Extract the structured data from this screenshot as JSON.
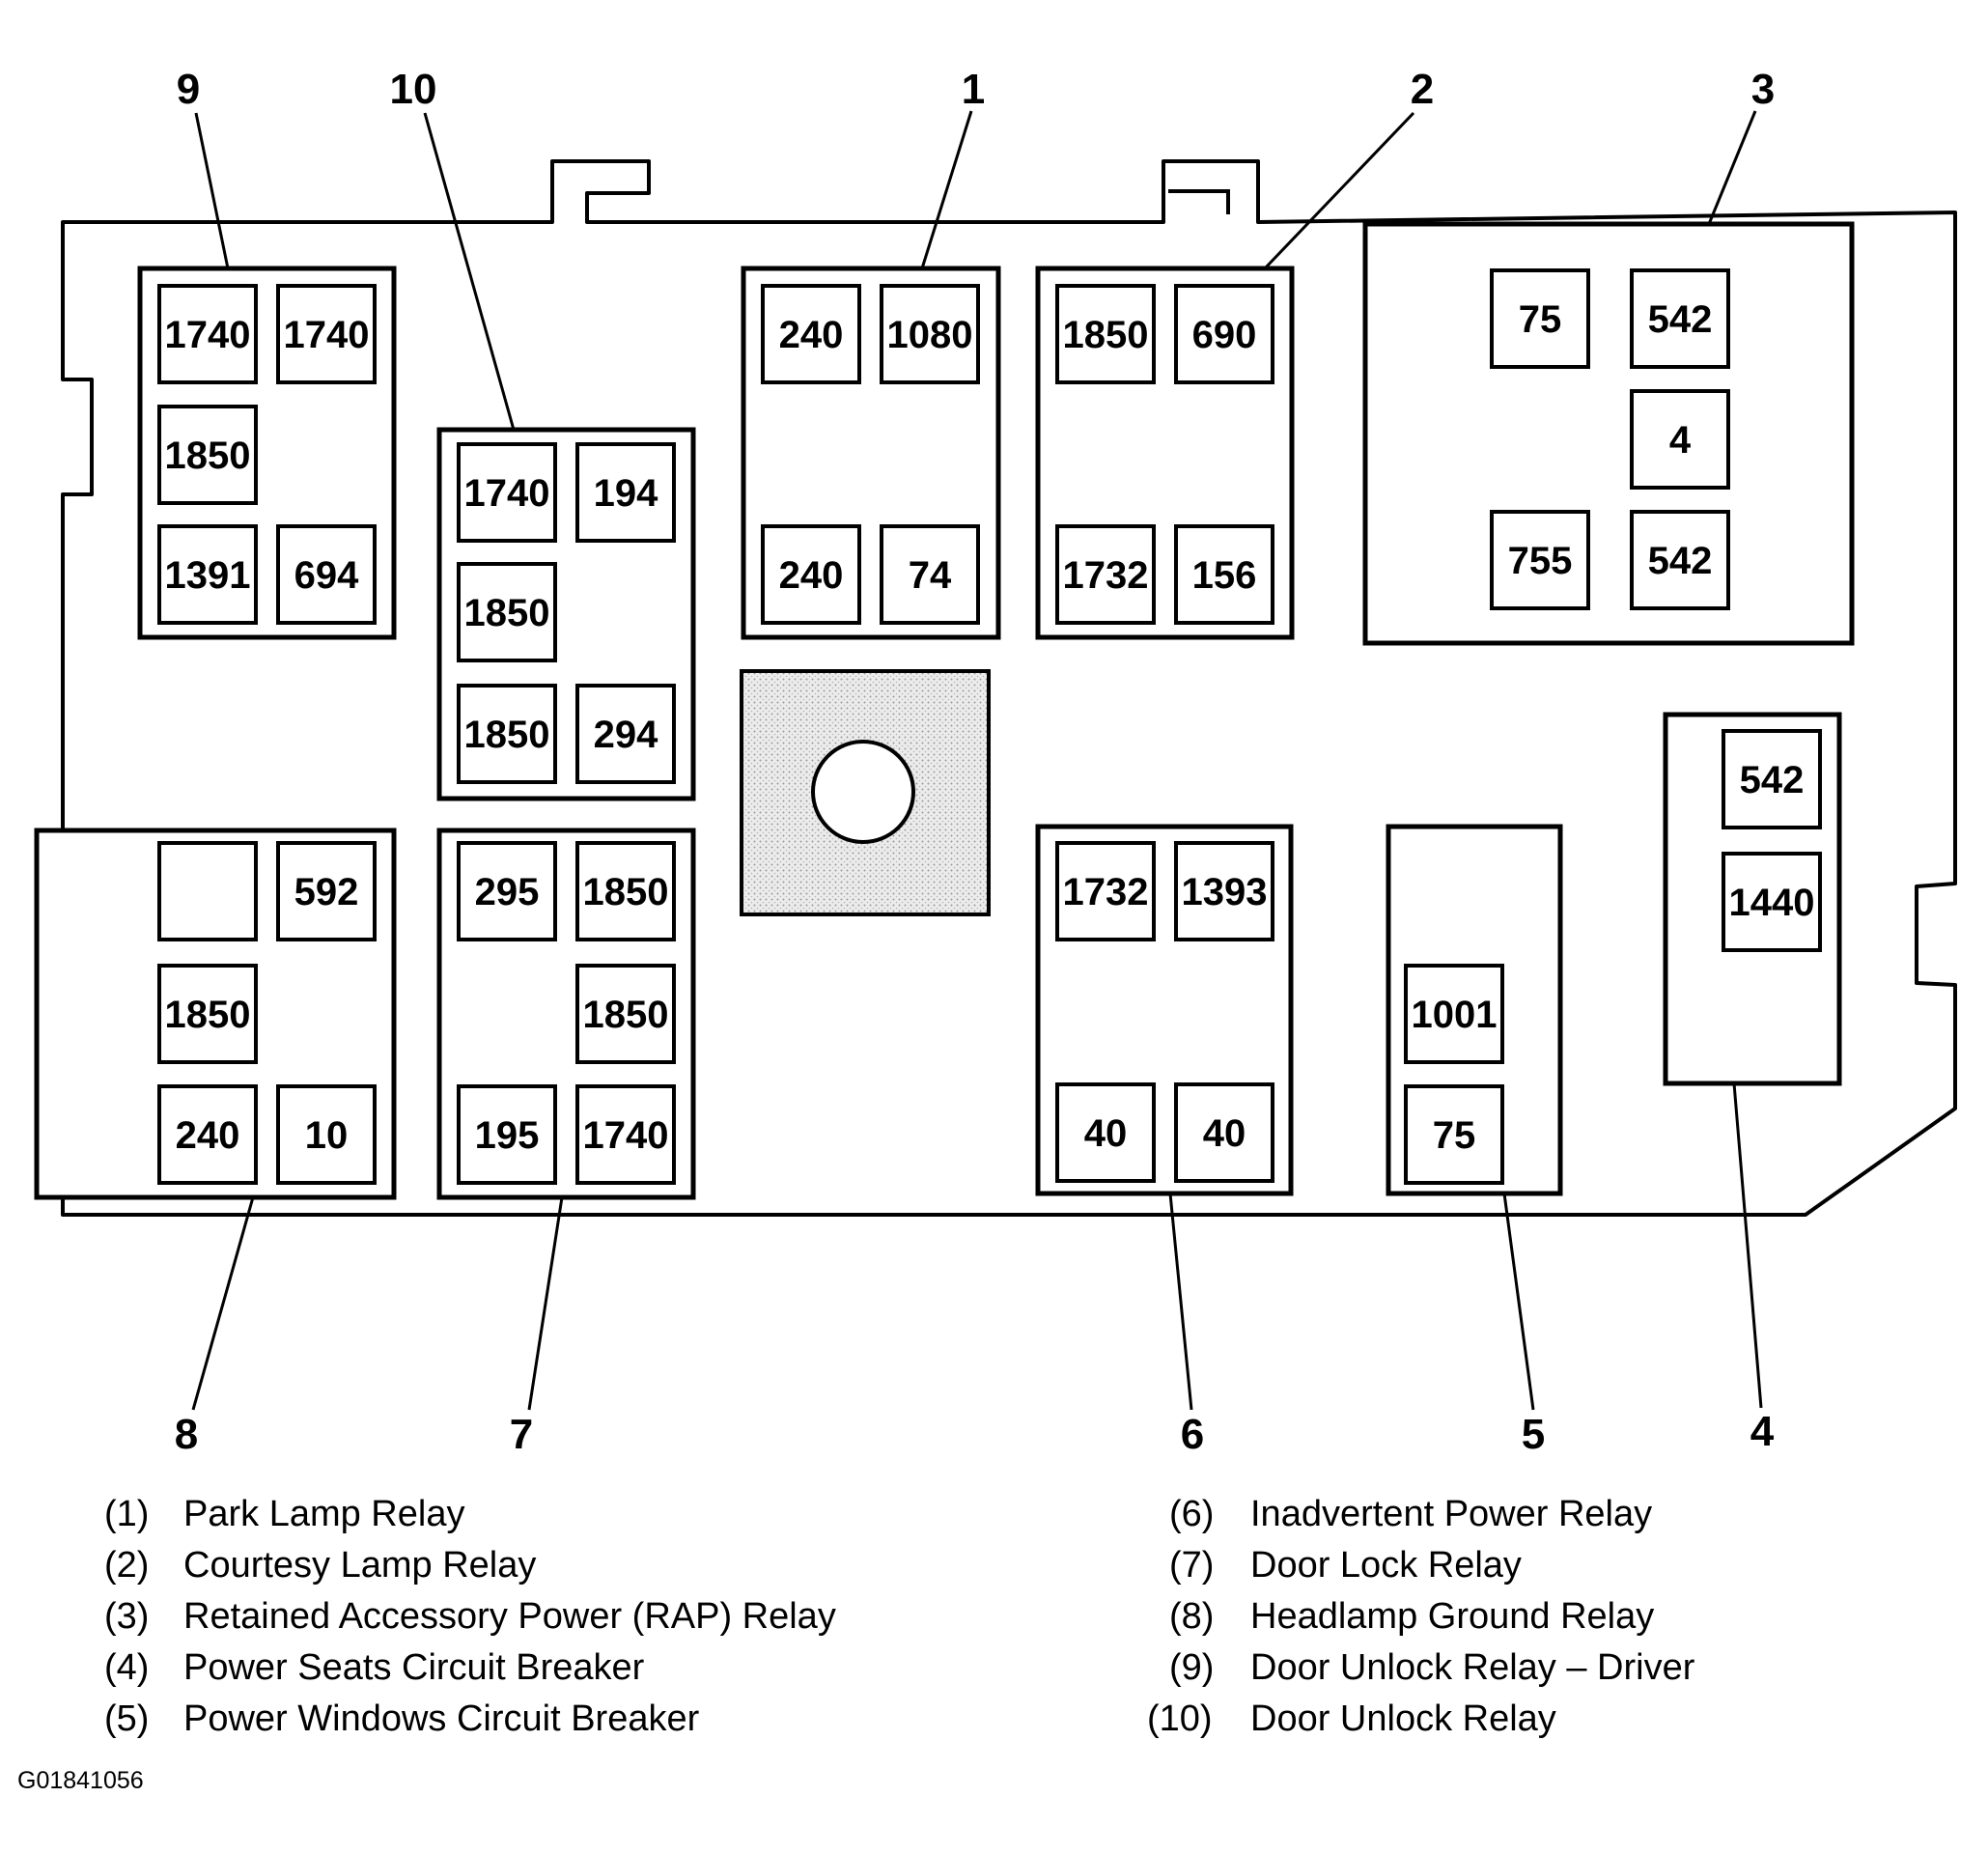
{
  "figure_id": "G01841056",
  "panel": {
    "relays": [
      {
        "callout": "9",
        "terminals": [
          "1740",
          "1740",
          "1850",
          "1391",
          "694"
        ]
      },
      {
        "callout": "10",
        "terminals": [
          "1740",
          "194",
          "1850",
          "1850",
          "294"
        ]
      },
      {
        "callout": "1",
        "terminals": [
          "240",
          "1080",
          "240",
          "74"
        ]
      },
      {
        "callout": "2",
        "terminals": [
          "1850",
          "690",
          "1732",
          "156"
        ]
      },
      {
        "callout": "3",
        "terminals": [
          "75",
          "542",
          "4",
          "755",
          "542"
        ]
      },
      {
        "callout": "4",
        "terminals": [
          "542",
          "1440"
        ]
      },
      {
        "callout": "5",
        "terminals": [
          "1001",
          "75"
        ]
      },
      {
        "callout": "6",
        "terminals": [
          "1732",
          "1393",
          "40",
          "40"
        ]
      },
      {
        "callout": "7",
        "terminals": [
          "295",
          "1850",
          "1850",
          "195",
          "1740"
        ]
      },
      {
        "callout": "8",
        "terminals": [
          "",
          "592",
          "1850",
          "240",
          "10"
        ]
      }
    ]
  },
  "legend": [
    {
      "num": "(1)",
      "label": "Park Lamp Relay"
    },
    {
      "num": "(2)",
      "label": "Courtesy Lamp Relay"
    },
    {
      "num": "(3)",
      "label": "Retained Accessory Power (RAP) Relay"
    },
    {
      "num": "(4)",
      "label": "Power Seats Circuit Breaker"
    },
    {
      "num": "(5)",
      "label": "Power Windows Circuit Breaker"
    },
    {
      "num": "(6)",
      "label": "Inadvertent Power Relay"
    },
    {
      "num": "(7)",
      "label": "Door Lock Relay"
    },
    {
      "num": "(8)",
      "label": "Headlamp Ground Relay"
    },
    {
      "num": "(9)",
      "label": "Door Unlock Relay – Driver"
    },
    {
      "num": "(10)",
      "label": "Door Unlock Relay"
    }
  ]
}
